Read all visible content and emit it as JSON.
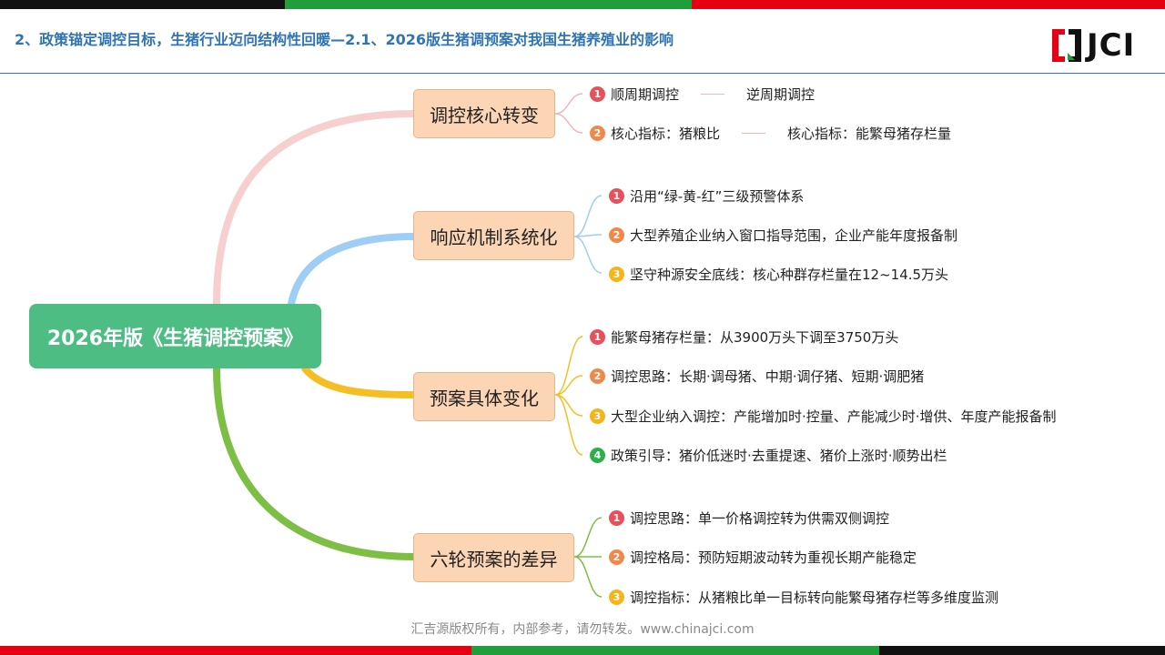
{
  "header": {
    "title": "2、政策锚定调控目标，生猪行业迈向结构性回暖—2.1、2026版生猪调预案对我国生猪养殖业的影响",
    "logo_text": "JCI"
  },
  "colors": {
    "title_blue": "#2f74b5",
    "root_green": "#4dbd83",
    "branch_fill": "#fcd5b5",
    "link_pink": "#f8cfcf",
    "link_blue": "#9ecdf5",
    "link_yellow": "#f5be23",
    "link_green": "#7dbf45",
    "badge_1": "#e8505b",
    "badge_2": "#f0884a",
    "badge_3": "#f4b41a",
    "badge_4": "#2fae4e",
    "bar_black": "#111111",
    "bar_green": "#1f9e3b",
    "bar_red": "#e60012"
  },
  "mindmap": {
    "root": "2026年版《生猪调控预案》",
    "branches": [
      {
        "label": "调控核心转变",
        "items": [
          {
            "num": "1",
            "text": "顺周期调控",
            "text2": "逆周期调控"
          },
          {
            "num": "2",
            "text": "核心指标：猪粮比",
            "text2": "核心指标：能繁母猪存栏量"
          }
        ]
      },
      {
        "label": "响应机制系统化",
        "items": [
          {
            "num": "1",
            "text": "沿用“绿-黄-红”三级预警体系"
          },
          {
            "num": "2",
            "text": "大型养殖企业纳入窗口指导范围，企业产能年度报备制"
          },
          {
            "num": "3",
            "text": "坚守种源安全底线：核心种群存栏量在12~14.5万头"
          }
        ]
      },
      {
        "label": "预案具体变化",
        "items": [
          {
            "num": "1",
            "text": "能繁母猪存栏量：从3900万头下调至3750万头"
          },
          {
            "num": "2",
            "text": "调控思路：长期·调母猪、中期·调仔猪、短期·调肥猪"
          },
          {
            "num": "3",
            "text": "大型企业纳入调控：产能增加时·控量、产能减少时·增供、年度产能报备制"
          },
          {
            "num": "4",
            "text": "政策引导：猪价低迷时·去重提速、猪价上涨时·顺势出栏"
          }
        ]
      },
      {
        "label": "六轮预案的差异",
        "items": [
          {
            "num": "1",
            "text": "调控思路：单一价格调控转为供需双侧调控"
          },
          {
            "num": "2",
            "text": "调控格局：预防短期波动转为重视长期产能稳定"
          },
          {
            "num": "3",
            "text": "调控指标：从猪粮比单一目标转向能繁母猪存栏等多维度监测"
          }
        ]
      }
    ]
  },
  "footer": "汇吉源版权所有，内部参考，请勿转发。www.chinajci.com"
}
